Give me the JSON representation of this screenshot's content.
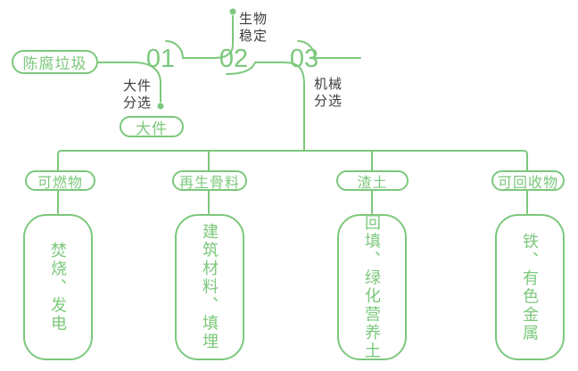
{
  "palette": {
    "green": "#7cc87c",
    "text_dark": "#3d3d3d"
  },
  "flow": {
    "source": "陈腐垃圾",
    "steps": [
      {
        "number": "01",
        "label": "大件\n分选",
        "output": "大件"
      },
      {
        "number": "02",
        "label": "生物\n稳定"
      },
      {
        "number": "03",
        "label": "机械\n分选"
      }
    ]
  },
  "outputs": [
    {
      "category": "可燃物",
      "detail": "焚烧、发电"
    },
    {
      "category": "再生骨料",
      "detail": "建筑材料、填埋"
    },
    {
      "category": "渣土",
      "detail": "回填、绿化营养土"
    },
    {
      "category": "可回收物",
      "detail": "铁、有色金属"
    }
  ]
}
